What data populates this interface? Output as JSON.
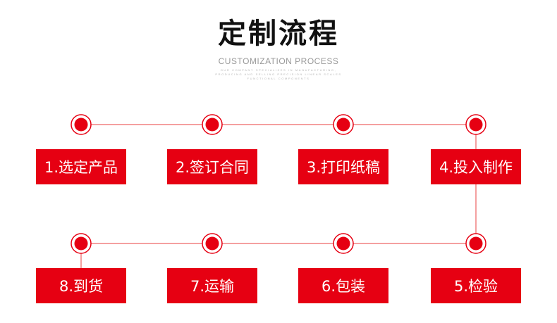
{
  "header": {
    "title": "定制流程",
    "subtitle": "CUSTOMIZATION PROCESS",
    "fine_print": [
      "OUR COMPANY SPECIALIZES IN MANUFACTURING,",
      "PRODUCING AND SELLING PRECISION LINEAR SCALES",
      "FUNCTIONAL COMPONENTS"
    ]
  },
  "steps": [
    {
      "label": "1.选定产品"
    },
    {
      "label": "2.签订合同"
    },
    {
      "label": "3.打印纸稿"
    },
    {
      "label": "4.投入制作"
    },
    {
      "label": "5.检验"
    },
    {
      "label": "6.包装"
    },
    {
      "label": "7.运输"
    },
    {
      "label": "8.到货"
    }
  ],
  "colors": {
    "accent": "#e60012",
    "line": "#f08080",
    "title": "#111111",
    "subtitle": "#999999"
  }
}
